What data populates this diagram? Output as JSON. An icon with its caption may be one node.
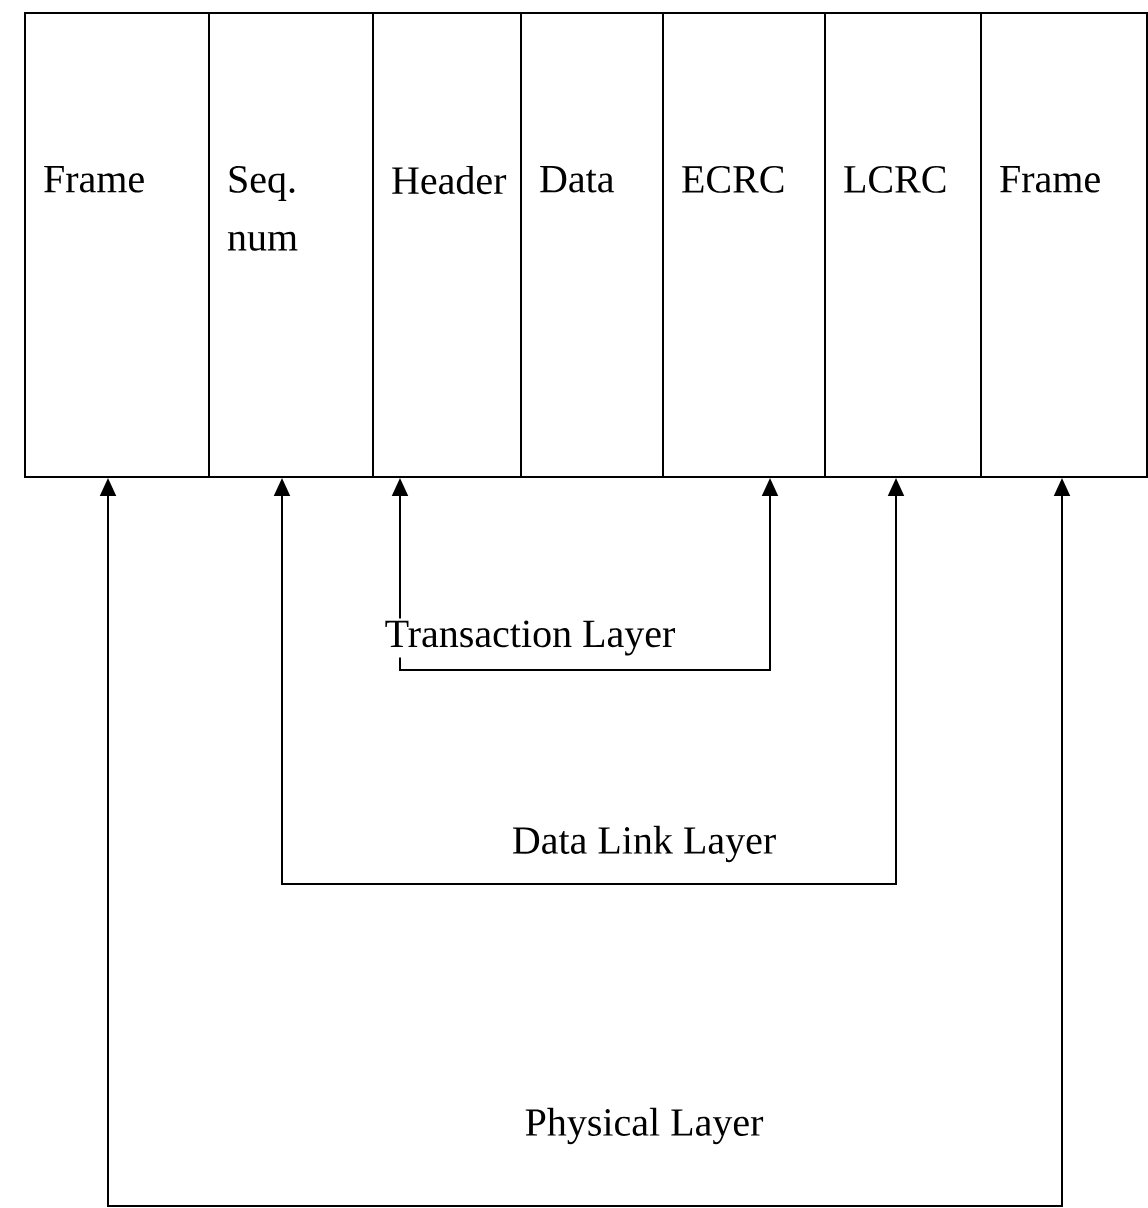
{
  "diagram": {
    "nodes": [
      {
        "text": [
          "Frame"
        ]
      },
      {
        "text": [
          "Seq. num"
        ]
      },
      {
        "text": [
          "Header"
        ]
      },
      {
        "text": [
          "Data"
        ]
      },
      {
        "text": [
          "ECRC"
        ]
      },
      {
        "text": [
          "LCRC"
        ]
      },
      {
        "text": [
          "Frame"
        ]
      }
    ],
    "edges": [
      {
        "from": 2,
        "to": 4,
        "arrow": "both",
        "label": "Transaction Layer"
      },
      {
        "from": 1,
        "to": 5,
        "arrow": "both",
        "label": "Data Link Layer"
      },
      {
        "from": 0,
        "to": 6,
        "arrow": "both",
        "label": "Physical Layer"
      }
    ]
  }
}
